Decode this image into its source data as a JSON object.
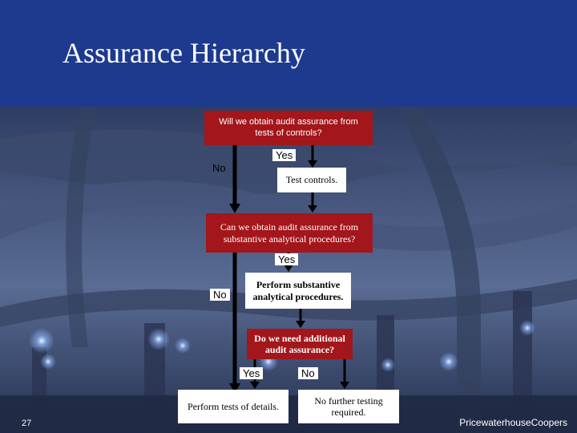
{
  "slide": {
    "title": "Assurance Hierarchy",
    "page_number": "27",
    "brand": "PricewaterhouseCoopers"
  },
  "flowchart": {
    "q1": "Will we obtain audit assurance from tests of controls?",
    "q1_yes": "Yes",
    "q1_no": "No",
    "action1": "Test controls.",
    "q2": "Can we obtain audit assurance from substantive analytical procedures?",
    "q2_yes": "Yes",
    "q2_no": "No",
    "action2": "Perform substantive analytical procedures.",
    "q3": "Do we need additional audit assurance?",
    "q3_yes": "Yes",
    "q3_no": "No",
    "action3": "Perform tests of details.",
    "action4": "No further testing required."
  },
  "colors": {
    "header": "#1d3a8f",
    "box_red": "#a3161b",
    "box_white": "#ffffff"
  }
}
